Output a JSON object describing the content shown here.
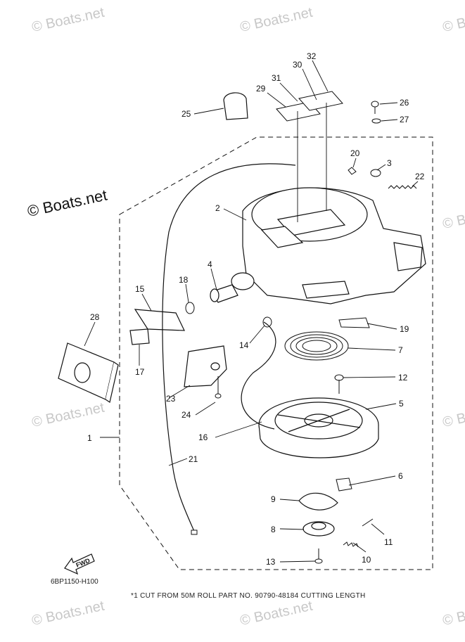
{
  "watermark": "© Boats.net",
  "diagram_code": "6BP1150-H100",
  "fwd_label": "FWD",
  "footnote": "*1 CUT FROM 50M ROLL PART NO. 90790-48184 CUTTING LENGTH",
  "callouts": [
    "1",
    "2",
    "3",
    "4",
    "5",
    "6",
    "7",
    "8",
    "9",
    "10",
    "11",
    "12",
    "13",
    "14",
    "15",
    "16",
    "17",
    "18",
    "19",
    "20",
    "21",
    "22",
    "23",
    "24",
    "25",
    "26",
    "27",
    "28",
    "29",
    "30",
    "31",
    "32"
  ],
  "colors": {
    "line": "#111111",
    "watermark": "#c8c8c8"
  }
}
